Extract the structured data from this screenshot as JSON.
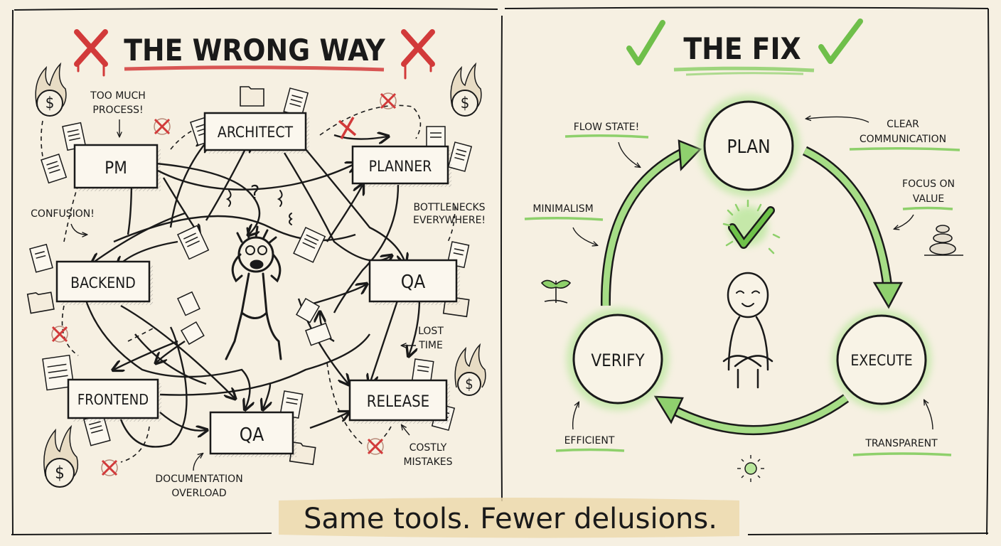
{
  "left_panel": {
    "title": "THE WRONG WAY",
    "accent_color": "#d23a3a",
    "nodes": [
      {
        "id": "pm",
        "label": "PM"
      },
      {
        "id": "architect",
        "label": "ARCHITECT"
      },
      {
        "id": "planner",
        "label": "PLANNER"
      },
      {
        "id": "backend",
        "label": "BACKEND"
      },
      {
        "id": "qa_right",
        "label": "QA"
      },
      {
        "id": "frontend",
        "label": "FRONTEND"
      },
      {
        "id": "qa_bottom",
        "label": "QA"
      },
      {
        "id": "release",
        "label": "RELEASE"
      }
    ],
    "annotations": {
      "too_much_process_1": "TOO MUCH",
      "too_much_process_2": "PROCESS!",
      "confusion": "CONFUSION!",
      "bottlenecks_1": "BOTTLENECKS",
      "bottlenecks_2": "EVERYWHERE!",
      "lost_time_1": "LOST",
      "lost_time_2": "TIME",
      "costly_1": "COSTLY",
      "costly_2": "MISTAKES",
      "docs_1": "DOCUMENTATION",
      "docs_2": "OVERLOAD"
    },
    "icons": [
      "x-mark-icon",
      "burning-money-icon",
      "document-icon",
      "folder-icon",
      "stressed-figure-icon"
    ]
  },
  "right_panel": {
    "title": "THE FIX",
    "accent_color": "#7cc35a",
    "cycle": [
      {
        "id": "plan",
        "label": "PLAN"
      },
      {
        "id": "execute",
        "label": "EXECUTE"
      },
      {
        "id": "verify",
        "label": "VERIFY"
      }
    ],
    "annotations": {
      "flow_state": "FLOW STATE!",
      "clear_comm_1": "CLEAR",
      "clear_comm_2": "COMMUNICATION",
      "focus_1": "FOCUS ON",
      "focus_2": "VALUE",
      "minimalism": "MINIMALISM",
      "efficient": "EFFICIENT",
      "transparent": "TRANSPARENT"
    },
    "icons": [
      "check-mark-icon",
      "calm-figure-icon",
      "sprout-icon",
      "stones-icon",
      "sun-icon"
    ]
  },
  "footer": {
    "tagline": "Same tools. Fewer delusions.",
    "highlight_color": "#ecd9ad"
  }
}
